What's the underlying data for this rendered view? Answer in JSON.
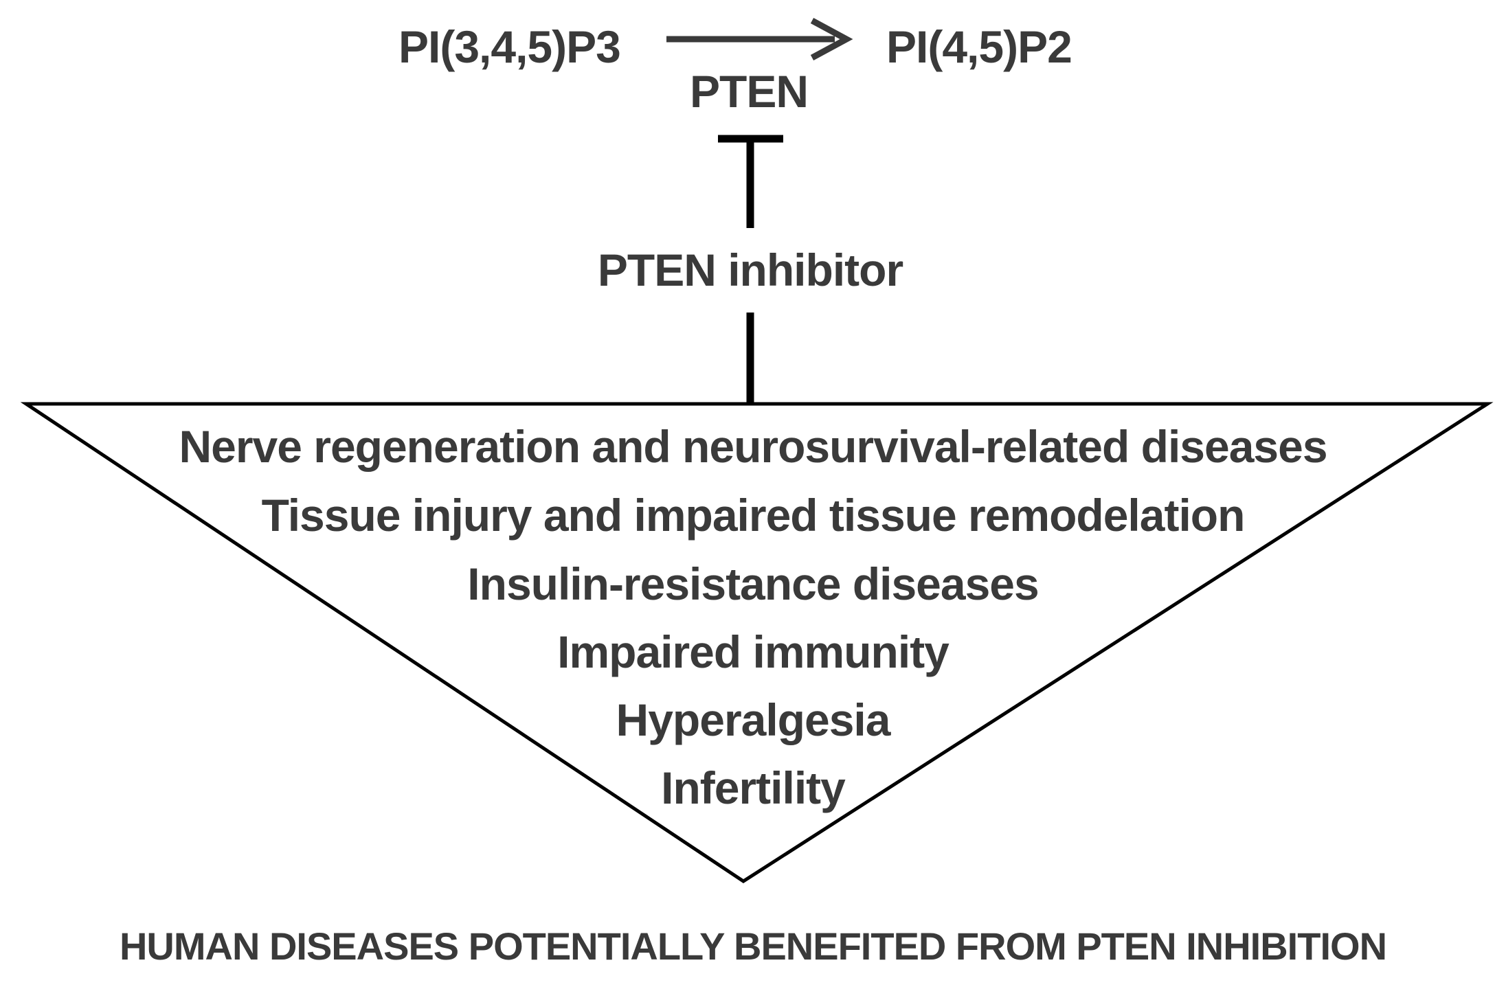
{
  "pathway": {
    "substrate": "PI(3,4,5)P3",
    "product": "PI(4,5)P2",
    "enzyme": "PTEN",
    "inhibitor": "PTEN inhibitor"
  },
  "diseases": [
    "Nerve regeneration and neurosurvival-related diseases",
    "Tissue injury and impaired tissue remodelation",
    "Insulin-resistance diseases",
    "Impaired immunity",
    "Hyperalgesia",
    "Infertility"
  ],
  "caption": "HUMAN DISEASES POTENTIALLY BENEFITED FROM PTEN INHIBITION",
  "colors": {
    "text": "#3a3a3a",
    "line": "#000000",
    "background": "#ffffff"
  }
}
